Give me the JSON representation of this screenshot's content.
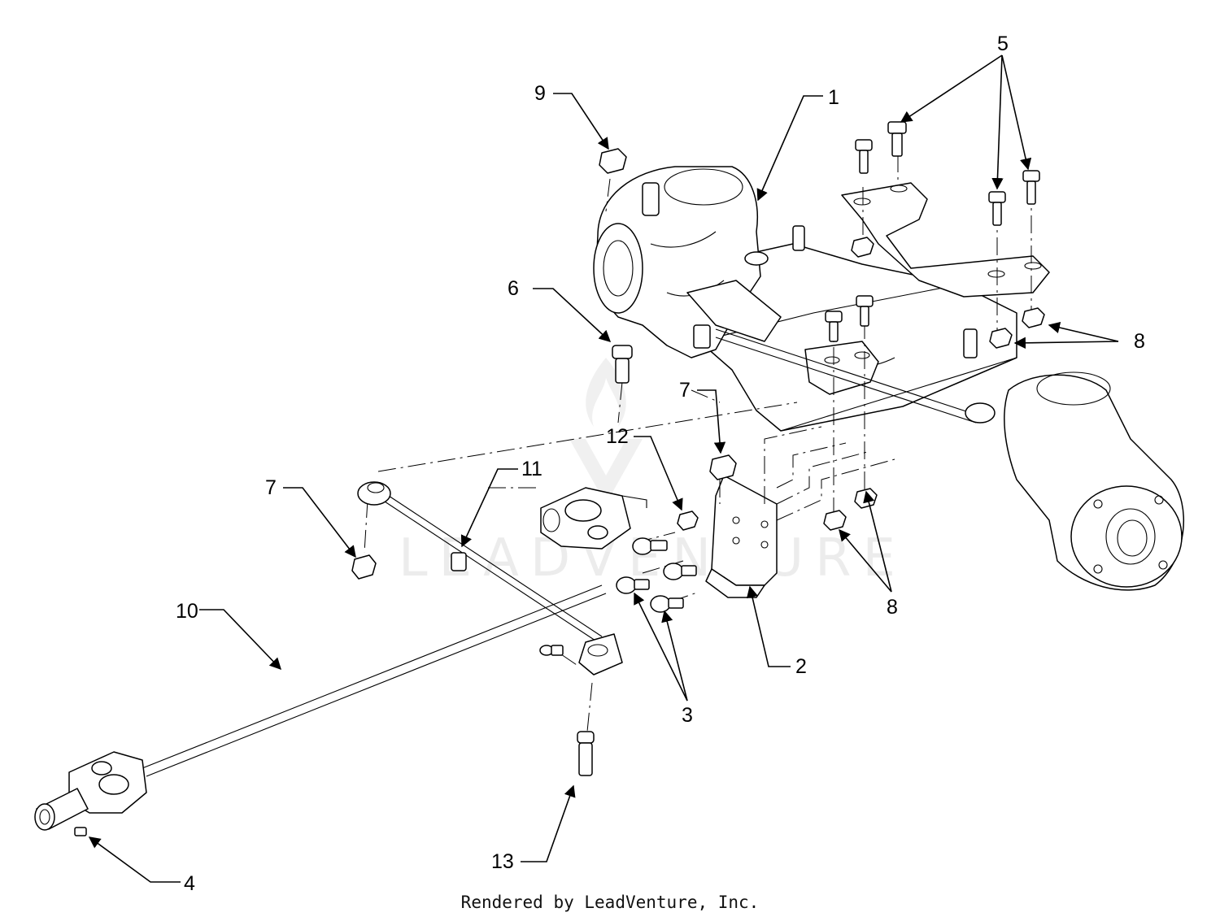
{
  "watermark": "LEADVENTURE",
  "footer_text": "Rendered by LeadVenture, Inc.",
  "callouts": {
    "c1": "1",
    "c2": "2",
    "c3": "3",
    "c4": "4",
    "c5": "5",
    "c6": "6",
    "c7a": "7",
    "c7b": "7",
    "c8a": "8",
    "c8b": "8",
    "c9": "9",
    "c10": "10",
    "c11": "11",
    "c12": "12",
    "c13": "13"
  },
  "icons": {
    "arrowhead": "arrowhead-icon",
    "watermark_logo": "leadventure-flame-icon"
  }
}
